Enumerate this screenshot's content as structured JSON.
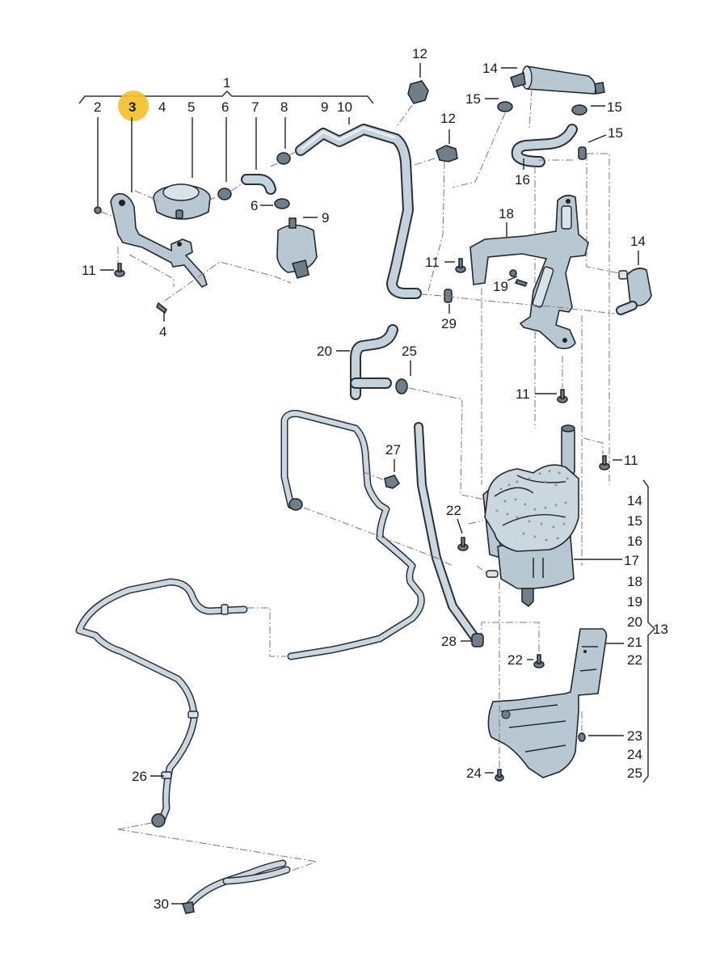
{
  "diagram": {
    "type": "exploded-parts-diagram",
    "highlight": {
      "label": "3",
      "color": "#f2c12e"
    },
    "group_1": {
      "label": "1",
      "items": [
        "2",
        "3",
        "4",
        "5",
        "6",
        "7",
        "8",
        "9",
        "10"
      ]
    },
    "group_13": {
      "label": "13",
      "items": [
        "14",
        "15",
        "16",
        "17",
        "18",
        "19",
        "20",
        "21",
        "22",
        "23",
        "24",
        "25"
      ]
    },
    "callouts": {
      "c2": "2",
      "c3": "3",
      "c4_top": "4",
      "c5": "5",
      "c6_top": "6",
      "c7": "7",
      "c8": "8",
      "c9_top": "9",
      "c10": "10",
      "c6_side": "6",
      "c9_side": "9",
      "c11_left": "11",
      "c4_bottom": "4",
      "c12_top": "12",
      "c12_mid": "12",
      "c14_top": "14",
      "c15_left": "15",
      "c15_right": "15",
      "c15_lower": "15",
      "c16": "16",
      "c18": "18",
      "c11_bracket": "11",
      "c19": "19",
      "c29": "29",
      "c14_right": "14",
      "c20": "20",
      "c25": "25",
      "c11_mid": "11",
      "c11_right": "11",
      "c27": "27",
      "c22_left": "22",
      "c17": "17",
      "c21": "21",
      "c22_lower": "22",
      "c28": "28",
      "c23": "23",
      "c24": "24",
      "c26": "26",
      "c30": "30"
    },
    "colors": {
      "part_fill": "#b7c8d3",
      "part_outline": "#23282c",
      "highlight": "#f2c12e"
    }
  }
}
